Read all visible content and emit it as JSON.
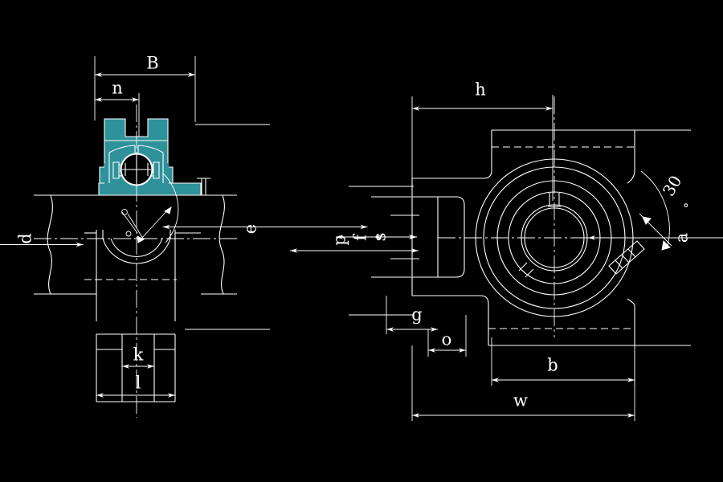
{
  "drawing": {
    "title": "Take-Up Bearing Unit Dimension Drawing",
    "background_color": "#000000",
    "line_color": "#ffffff",
    "accent_color": "#2f9199",
    "views": [
      {
        "id": "front-section-view",
        "name": "front-section-view"
      },
      {
        "id": "side-view",
        "name": "side-view"
      }
    ]
  },
  "labels": {
    "B": "B",
    "n": "n",
    "d": "d",
    "e": "e",
    "k": "k",
    "l": "l",
    "h": "h",
    "p": "p",
    "f": "f",
    "s": "s",
    "a": "a",
    "g": "g",
    "o": "o",
    "b": "b",
    "w": "w",
    "angle": "30",
    "degree_symbol": "°"
  }
}
